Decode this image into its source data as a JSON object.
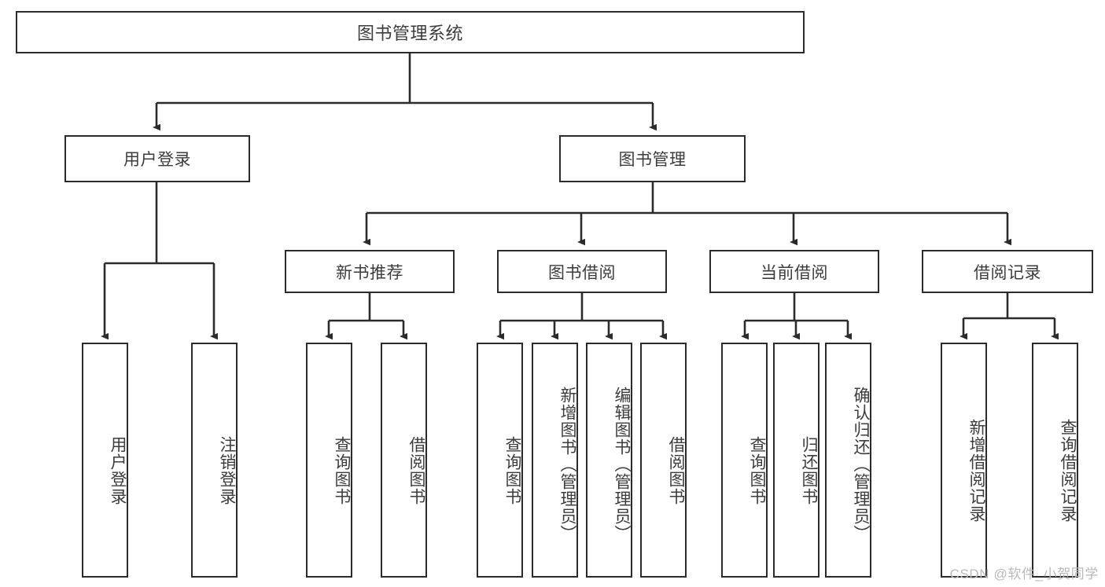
{
  "diagram": {
    "title": "图书管理系统",
    "type": "tree",
    "colors": {
      "stroke": "#2b2b2b",
      "text": "#3c3c3c",
      "background": "#ffffff",
      "watermark": "#b9b9b9"
    },
    "root": {
      "label": "图书管理系统"
    },
    "level2": [
      {
        "label": "用户登录"
      },
      {
        "label": "图书管理"
      }
    ],
    "level3": [
      {
        "label": "新书推荐"
      },
      {
        "label": "图书借阅"
      },
      {
        "label": "当前借阅"
      },
      {
        "label": "借阅记录"
      }
    ],
    "leaves": {
      "user_login": [
        {
          "label": "用户登录"
        },
        {
          "label": "注销登录"
        }
      ],
      "new_book": [
        {
          "label": "查询图书"
        },
        {
          "label": "借阅图书"
        }
      ],
      "book_borrow": [
        {
          "label": "查询图书"
        },
        {
          "label": "新增图书（管理员）"
        },
        {
          "label": "编辑图书（管理员）"
        },
        {
          "label": "借阅图书"
        }
      ],
      "current_borrow": [
        {
          "label": "查询图书"
        },
        {
          "label": "归还图书"
        },
        {
          "label": "确认归还（管理员）"
        }
      ],
      "borrow_record": [
        {
          "label": "新增借阅记录"
        },
        {
          "label": "查询借阅记录"
        }
      ]
    }
  },
  "watermark": {
    "text": "CSDN @软件_小贺同学"
  }
}
